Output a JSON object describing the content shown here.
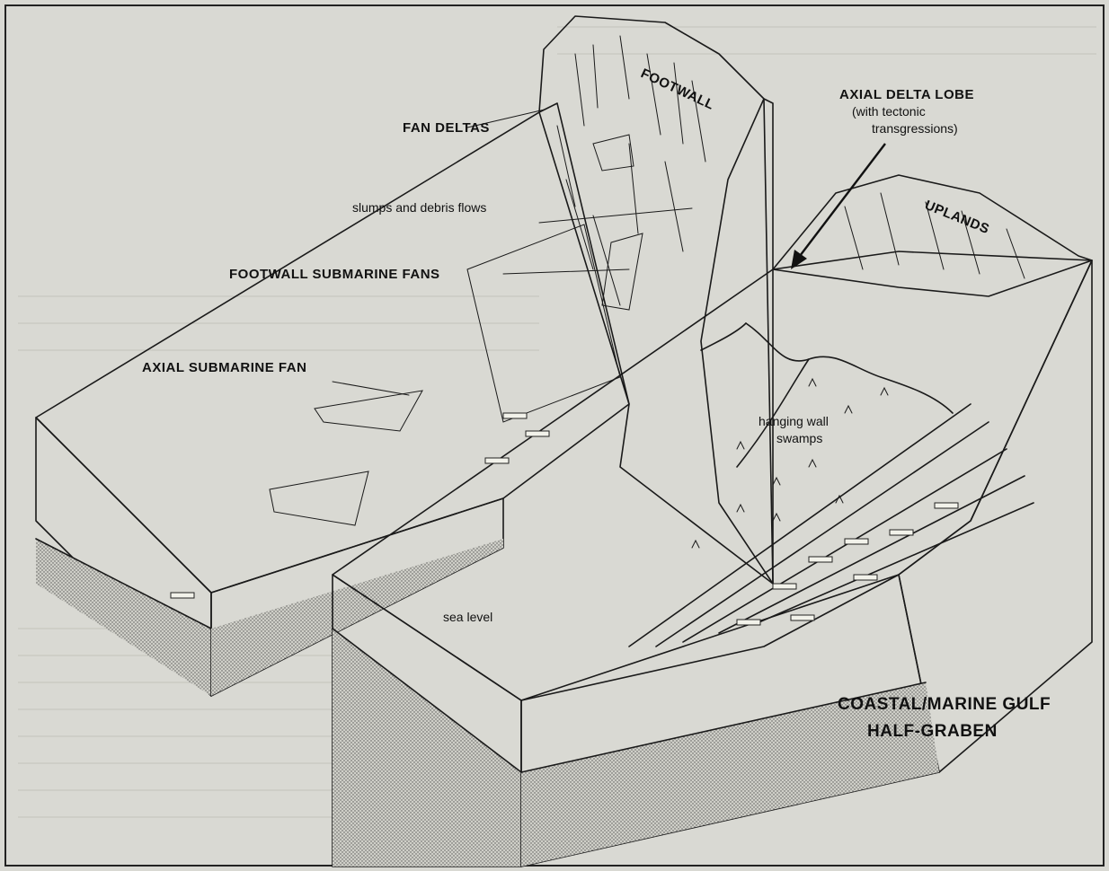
{
  "labels": {
    "footwall": "FOOTWALL",
    "fan_deltas": "FAN DELTAS",
    "slumps": "slumps and debris flows",
    "footwall_fans": "FOOTWALL SUBMARINE FANS",
    "axial_fan": "AXIAL SUBMARINE FAN",
    "axial_delta": "AXIAL DELTA LOBE",
    "axial_delta_note": "(with tectonic",
    "axial_delta_note2": "transgressions)",
    "uplands": "UPLANDS",
    "swamps_1": "hanging wall",
    "swamps_2": "swamps",
    "sea_level": "sea level",
    "caption_1": "COASTAL/MARINE GULF",
    "caption_2": "HALF-GRABEN"
  },
  "colors": {
    "page": "#d9d9d3",
    "stipple": "#bdbdb5",
    "ink": "#1a1a1a"
  }
}
